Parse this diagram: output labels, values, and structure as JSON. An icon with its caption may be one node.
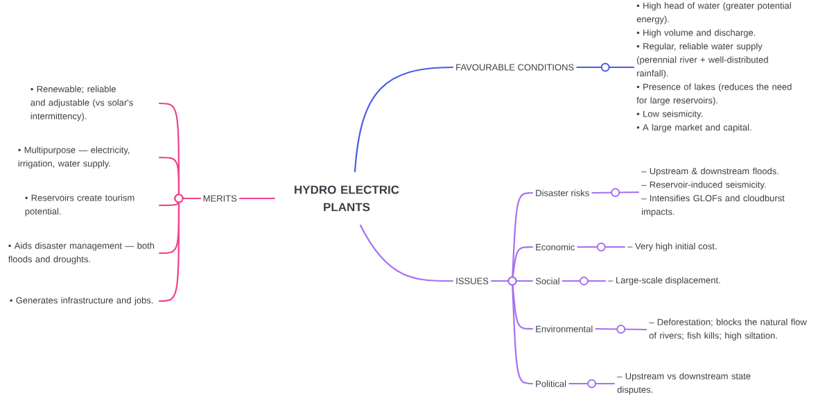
{
  "diagram": {
    "nodes": [
      {
        "text": [
          "HYDRO ELECTRIC PLANTS"
        ]
      },
      {
        "text": [
          "MERITS"
        ]
      },
      {
        "text": [
          "• Renewable; reliable and adjustable (vs solar's intermittency)."
        ]
      },
      {
        "text": [
          "• Multipurpose — electricity, irrigation, water supply."
        ]
      },
      {
        "text": [
          "• Reservoirs create tourism potential."
        ]
      },
      {
        "text": [
          "• Aids disaster management — both floods and droughts."
        ]
      },
      {
        "text": [
          "• Generates infrastructure and jobs."
        ]
      },
      {
        "text": [
          "FAVOURABLE CONDITIONS"
        ]
      },
      {
        "text": [
          "• High head of water (greater potential energy).",
          "• High volume and discharge.",
          "• Regular, reliable water supply (perennial river + well-distributed rainfall).",
          "• Presence of lakes (reduces the need for large reservoirs).",
          "• Low seismicity.",
          "• A large market and capital."
        ]
      },
      {
        "text": [
          "ISSUES"
        ]
      },
      {
        "text": [
          "Disaster risks"
        ]
      },
      {
        "text": [
          "– Upstream & downstream floods.",
          "– Reservoir-induced seismicity.",
          "– Intensifies GLOFs and cloudburst impacts."
        ]
      },
      {
        "text": [
          "Economic"
        ]
      },
      {
        "text": [
          "– Very high initial cost."
        ]
      },
      {
        "text": [
          "Social"
        ]
      },
      {
        "text": [
          "– Large-scale displacement."
        ]
      },
      {
        "text": [
          "Environmental"
        ]
      },
      {
        "text": [
          "– Deforestation; blocks the natural flow of rivers; fish kills; high siltation."
        ]
      },
      {
        "text": [
          "Political"
        ]
      },
      {
        "text": [
          "– Upstream vs downstream state disputes."
        ]
      }
    ],
    "edges": [
      {
        "from": 0,
        "to": 1,
        "arrow": "none",
        "color": "#f0418c"
      },
      {
        "from": 1,
        "to": 2,
        "arrow": "none",
        "color": "#f0418c"
      },
      {
        "from": 1,
        "to": 3,
        "arrow": "none",
        "color": "#f0418c"
      },
      {
        "from": 1,
        "to": 4,
        "arrow": "none",
        "color": "#f0418c"
      },
      {
        "from": 1,
        "to": 5,
        "arrow": "none",
        "color": "#f0418c"
      },
      {
        "from": 1,
        "to": 6,
        "arrow": "none",
        "color": "#f0418c"
      },
      {
        "from": 0,
        "to": 7,
        "arrow": "none",
        "color": "#4a5ce8"
      },
      {
        "from": 7,
        "to": 8,
        "arrow": "none",
        "color": "#4a5ce8"
      },
      {
        "from": 0,
        "to": 9,
        "arrow": "none"
      },
      {
        "from": 9,
        "to": 10,
        "arrow": "none"
      },
      {
        "from": 10,
        "to": 11,
        "arrow": "none"
      },
      {
        "from": 9,
        "to": 12,
        "arrow": "none"
      },
      {
        "from": 12,
        "to": 13,
        "arrow": "none"
      },
      {
        "from": 9,
        "to": 14,
        "arrow": "none"
      },
      {
        "from": 14,
        "to": 15,
        "arrow": "none"
      },
      {
        "from": 9,
        "to": 16,
        "arrow": "none"
      },
      {
        "from": 16,
        "to": 17,
        "arrow": "none"
      },
      {
        "from": 9,
        "to": 18,
        "arrow": "none"
      },
      {
        "from": 18,
        "to": 19,
        "arrow": "none"
      }
    ]
  }
}
